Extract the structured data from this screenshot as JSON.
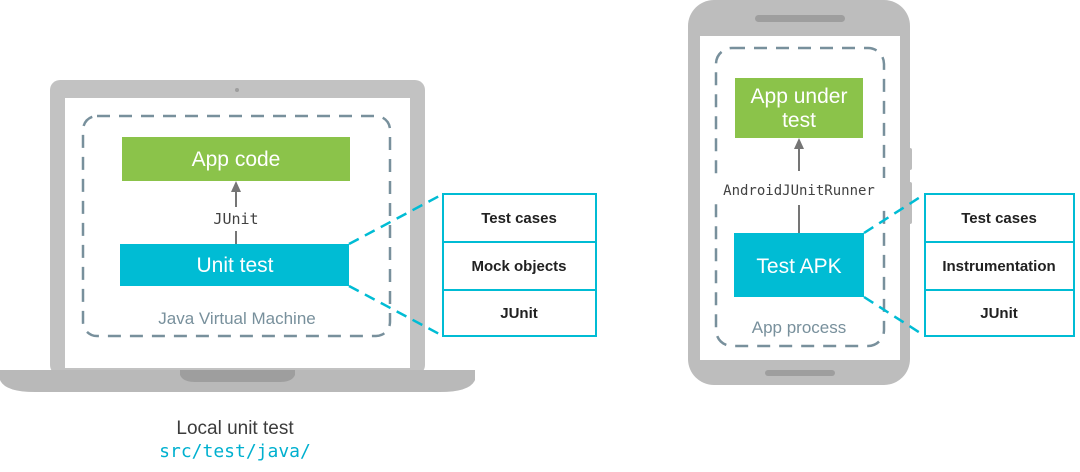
{
  "local": {
    "app_box": "App code",
    "link_label": "JUnit",
    "test_box": "Unit test",
    "container_label": "Java Virtual Machine",
    "detail_items": [
      "Test cases",
      "Mock objects",
      "JUnit"
    ],
    "caption_title": "Local unit test",
    "caption_path": "src/test/java/"
  },
  "device": {
    "app_box_line1": "App under",
    "app_box_line2": "test",
    "link_label": "AndroidJUnitRunner",
    "test_box": "Test APK",
    "container_label": "App process",
    "detail_items": [
      "Test cases",
      "Instrumentation",
      "JUnit"
    ]
  },
  "colors": {
    "green": "#8bc34a",
    "cyan": "#00bcd4",
    "device_gray": "#bdbdbd",
    "dash_gray": "#78909c"
  }
}
